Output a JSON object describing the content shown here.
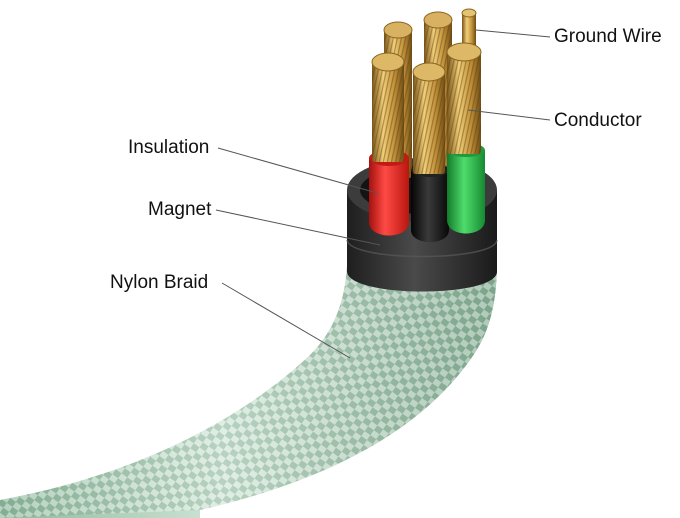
{
  "labels": {
    "ground_wire": "Ground Wire",
    "conductor": "Conductor",
    "insulation": "Insulation",
    "magnet": "Magnet",
    "nylon_braid": "Nylon Braid"
  },
  "colors": {
    "background": "#ffffff",
    "braid_base": "#a9cdb6",
    "braid_light": "#dfeee4",
    "braid_dark": "#7fa78e",
    "sleeve_dark": "#2b2b2b",
    "sleeve_top": "#404040",
    "insulation_red": "#e0201e",
    "insulation_black": "#151515",
    "insulation_green": "#23b245",
    "copper": "#c9a045",
    "copper_dark": "#8b6420",
    "leader_line": "#555555"
  }
}
